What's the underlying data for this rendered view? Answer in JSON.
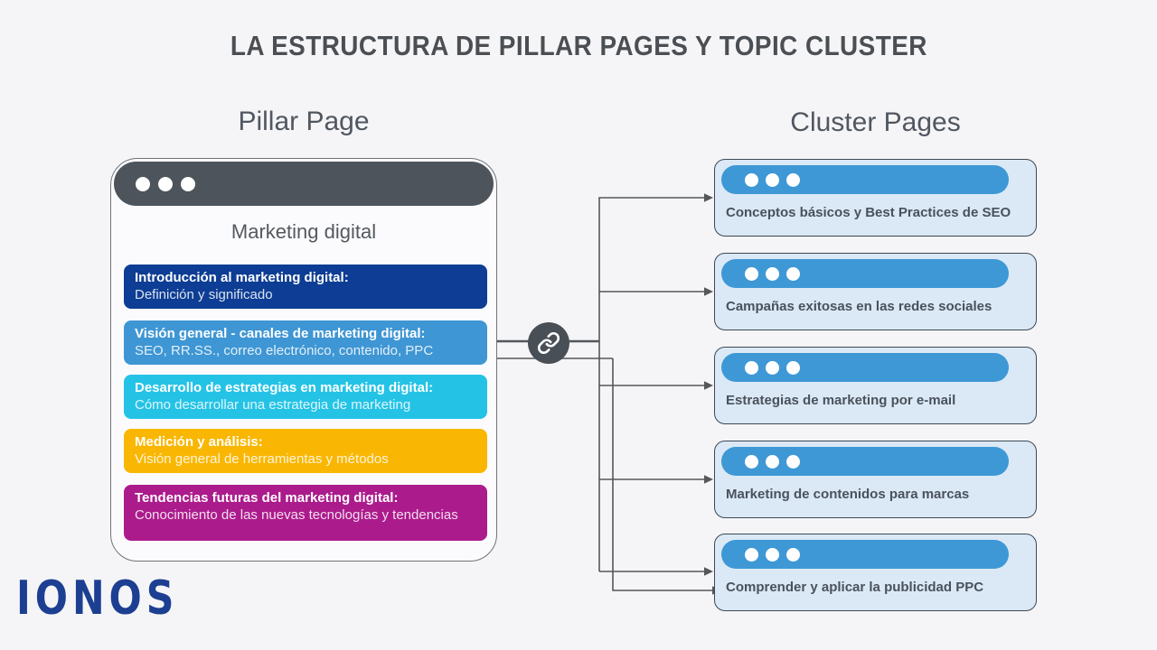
{
  "title": "LA ESTRUCTURA DE PILLAR PAGES Y TOPIC CLUSTER",
  "pillar": {
    "heading": "Pillar Page",
    "window_title": "Marketing digital",
    "topics": [
      {
        "title": "Introducción al marketing digital:",
        "subtitle": "Definición y significado",
        "color": "#0d3d94"
      },
      {
        "title": "Visión general - canales de marketing digital:",
        "subtitle": "SEO, RR.SS., correo electrónico, contenido, PPC",
        "color": "#3e96d4"
      },
      {
        "title": "Desarrollo de estrategias en marketing digital:",
        "subtitle": "Cómo desarrollar una estrategia de marketing",
        "color": "#24c3e6"
      },
      {
        "title": "Medición y análisis:",
        "subtitle": "Visión general de herramientas y métodos",
        "color": "#f9b703"
      },
      {
        "title": "Tendencias futuras del marketing digital:",
        "subtitle": "Conocimiento de las nuevas tecnologías y tendencias",
        "color": "#ac1b8c"
      }
    ]
  },
  "cluster": {
    "heading": "Cluster Pages",
    "pages": [
      {
        "label": "Conceptos básicos y Best Practices de SEO"
      },
      {
        "label": "Campañas exitosas en las redes sociales"
      },
      {
        "label": "Estrategias de marketing por e-mail"
      },
      {
        "label": "Marketing de contenidos para marcas"
      },
      {
        "label": "Comprender y aplicar la publicidad PPC"
      }
    ]
  },
  "icons": {
    "link_icon": "chain-link-icon",
    "window_dots": "window-control-dots"
  },
  "logo": {
    "text": "IONOS",
    "color": "#1d3f92"
  },
  "colors": {
    "background": "#f5f5f7",
    "connector_line": "#54575b",
    "pillar_topbar": "#4d545b",
    "cluster_bar_blue": "#3e98d5",
    "cluster_card_bg": "#dbe9f6",
    "cluster_card_border": "#3c4856",
    "heading_text": "#515760",
    "card_text": "#49525c"
  }
}
